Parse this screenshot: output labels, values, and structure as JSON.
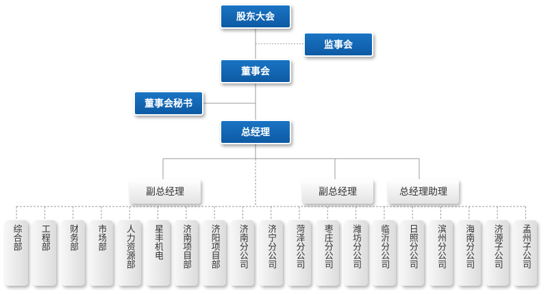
{
  "top_boxes": {
    "shareholders": "股东大会",
    "supervisors": "监事会",
    "board": "董事会",
    "board_secretary": "董事会秘书",
    "general_manager": "总经理"
  },
  "middle_boxes": {
    "deputy_gm_1": "副总经理",
    "deputy_gm_2": "副总经理",
    "gm_assistant": "总经理助理"
  },
  "departments": [
    "综合部",
    "工程部",
    "财务部",
    "市场部",
    "人力资源部",
    "星丰机电",
    "济南项目部",
    "济阳项目部",
    "济南分公司",
    "济宁分公司",
    "菏泽分公司",
    "枣庄分公司",
    "潍坊分公司",
    "临沂分公司",
    "日照分公司",
    "滨州分公司",
    "海南分公司",
    "济源子公司",
    "孟州子公司"
  ],
  "colors": {
    "primary_box": "#0d5aa3",
    "secondary_box": "#eeeeee",
    "connector": "#9a9a9a"
  }
}
